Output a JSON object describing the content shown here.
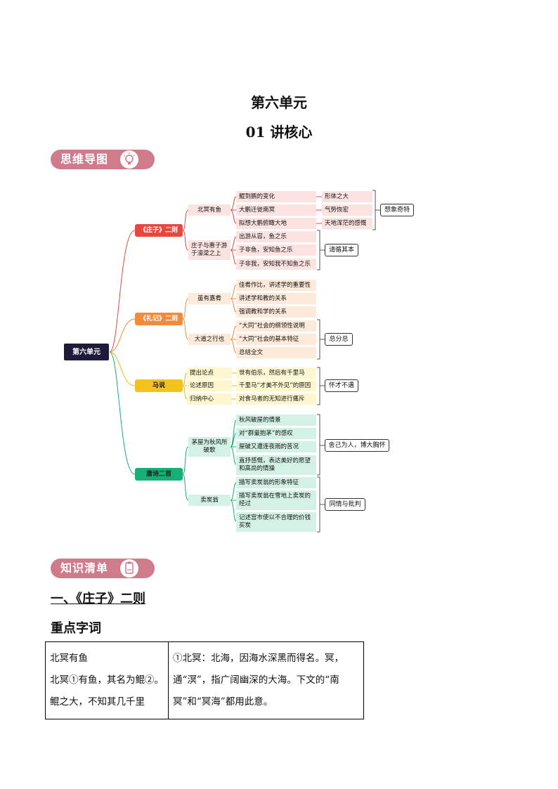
{
  "page": {
    "title": "第六单元",
    "subtitle": "01 讲核心"
  },
  "section_mindmap": {
    "label": "思维导图",
    "icon": "lightbulb-icon"
  },
  "mindmap": {
    "root": "第六单元",
    "branches": [
      {
        "label": "《庄子》二则",
        "color": "#e8473e"
      },
      {
        "label": "《礼记》二则",
        "color": "#f08a3c"
      },
      {
        "label": "马说",
        "color": "#f3c21d"
      },
      {
        "label": "唐诗二首",
        "color": "#16b076"
      }
    ],
    "sub": [
      "北冥有鱼",
      "庄子与惠子游于濠梁之上",
      "虽有嘉肴",
      "大道之行也",
      "提出论点",
      "论述原因",
      "归纳中心",
      "茅屋为秋风所破歌",
      "卖炭翁"
    ],
    "leaves": [
      "鲲到鹏的变化",
      "大鹏迁徙南冥",
      "拟想大鹏俯瞰大地",
      "出游从容，鱼之乐",
      "子非鱼，安知鱼之乐",
      "子非我，安知我不知鱼之乐",
      "佳肴作比，讲述学的重要性",
      "讲述学和教的关系",
      "强调教和学的关系",
      "“大同”社会的纲领性说明",
      "“大同”社会的基本特征",
      "总结全文",
      "世有伯乐，然后有千里马",
      "千里马“才美不外见”的原因",
      "对食马者的无知进行痛斥",
      "秋风破屋的情景",
      "对“群童抱茅”的感叹",
      "屋破又遭连夜雨的苦况",
      "直抒感慨，表达美好的愿望和高尚的情操",
      "描写卖炭翁的形象特征",
      "描写卖炭翁在雪地上卖炭的经过",
      "记述宫市使以不合理的价钱买炭"
    ],
    "extras": [
      "形体之大",
      "气势恢宏",
      "天地浑茫的感慨"
    ],
    "summaries": [
      "想象奇特",
      "请循其本",
      "总分总",
      "怀才不遇",
      "舍己为人，博大胸怀",
      "同情与批判"
    ]
  },
  "section_knowledge": {
    "label": "知识清单",
    "icon": "clipboard-icon"
  },
  "heading": "一、《庄子》二则",
  "subheading": "重点字词",
  "table": {
    "left": [
      "北冥有鱼",
      "北冥①有鱼，其名为鲲②。",
      "鲲之大，不知其几千里"
    ],
    "right": "①北冥：北海，因海水深黑而得名。冥，通“溟”，指广阔幽深的大海。下文的“南冥”和“冥海”都用此意。"
  }
}
